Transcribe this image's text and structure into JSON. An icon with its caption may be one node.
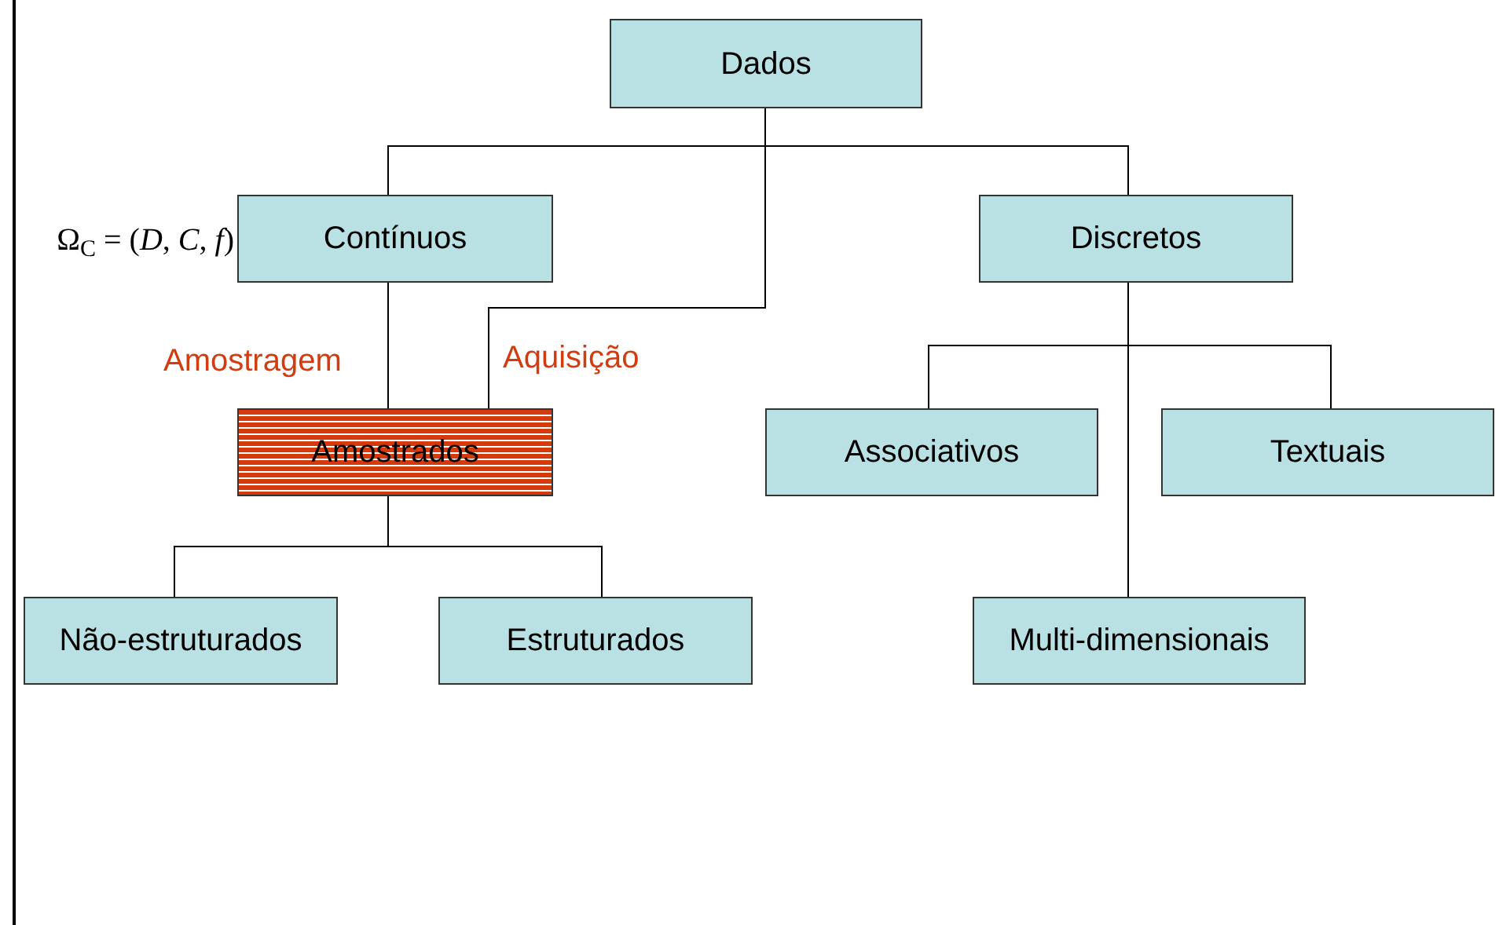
{
  "diagram": {
    "nodes": [
      {
        "text": [
          "Dados"
        ]
      },
      {
        "text": [
          "Contínuos"
        ],
        "beside": [
          "Ω$_{C}$ = (*D*, *C*, *f*)"
        ]
      },
      {
        "text": [
          "Discretos"
        ]
      },
      {
        "text": [
          "Amostrados"
        ]
      },
      {
        "text": [
          "Associativos"
        ]
      },
      {
        "text": [
          "Textuais"
        ]
      },
      {
        "text": [
          "Não-estruturados"
        ]
      },
      {
        "text": [
          "Estruturados"
        ]
      },
      {
        "text": [
          "Multi-dimensionais"
        ]
      }
    ],
    "edges": [
      {
        "from": 0,
        "to": 1,
        "arrow": "none"
      },
      {
        "from": 0,
        "to": 2,
        "arrow": "none"
      },
      {
        "from": 0,
        "to": 3,
        "arrow": "none",
        "label": "Aquisição"
      },
      {
        "from": 1,
        "to": 3,
        "arrow": "none",
        "label": "Amostragem"
      },
      {
        "from": 3,
        "to": 6,
        "arrow": "none"
      },
      {
        "from": 3,
        "to": 7,
        "arrow": "none"
      },
      {
        "from": 2,
        "to": 4,
        "arrow": "none"
      },
      {
        "from": 2,
        "to": 5,
        "arrow": "none"
      },
      {
        "from": 2,
        "to": 8,
        "arrow": "none"
      }
    ]
  }
}
